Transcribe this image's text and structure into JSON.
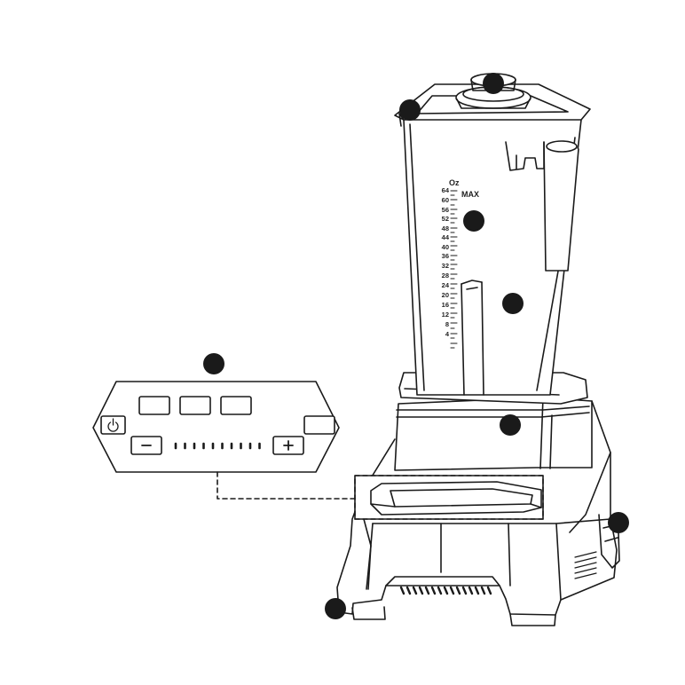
{
  "scale": {
    "unit": "Oz",
    "max_label": "MAX",
    "marks": [
      "64",
      "60",
      "56",
      "52",
      "48",
      "44",
      "40",
      "36",
      "32",
      "28",
      "24",
      "20",
      "16",
      "12",
      "8",
      "4"
    ]
  },
  "control_panel": {
    "icons": [
      "power-icon",
      "minus-icon",
      "plus-icon"
    ],
    "speed_indicator_count": 10
  },
  "callouts": [
    "lid-plug",
    "lid",
    "measurement-scale",
    "jar",
    "panel",
    "jar-base",
    "cord-storage",
    "suction-feet"
  ],
  "colors": {
    "line": "#1a1a1a",
    "callout": "#1a1a1a",
    "background": "#ffffff"
  }
}
